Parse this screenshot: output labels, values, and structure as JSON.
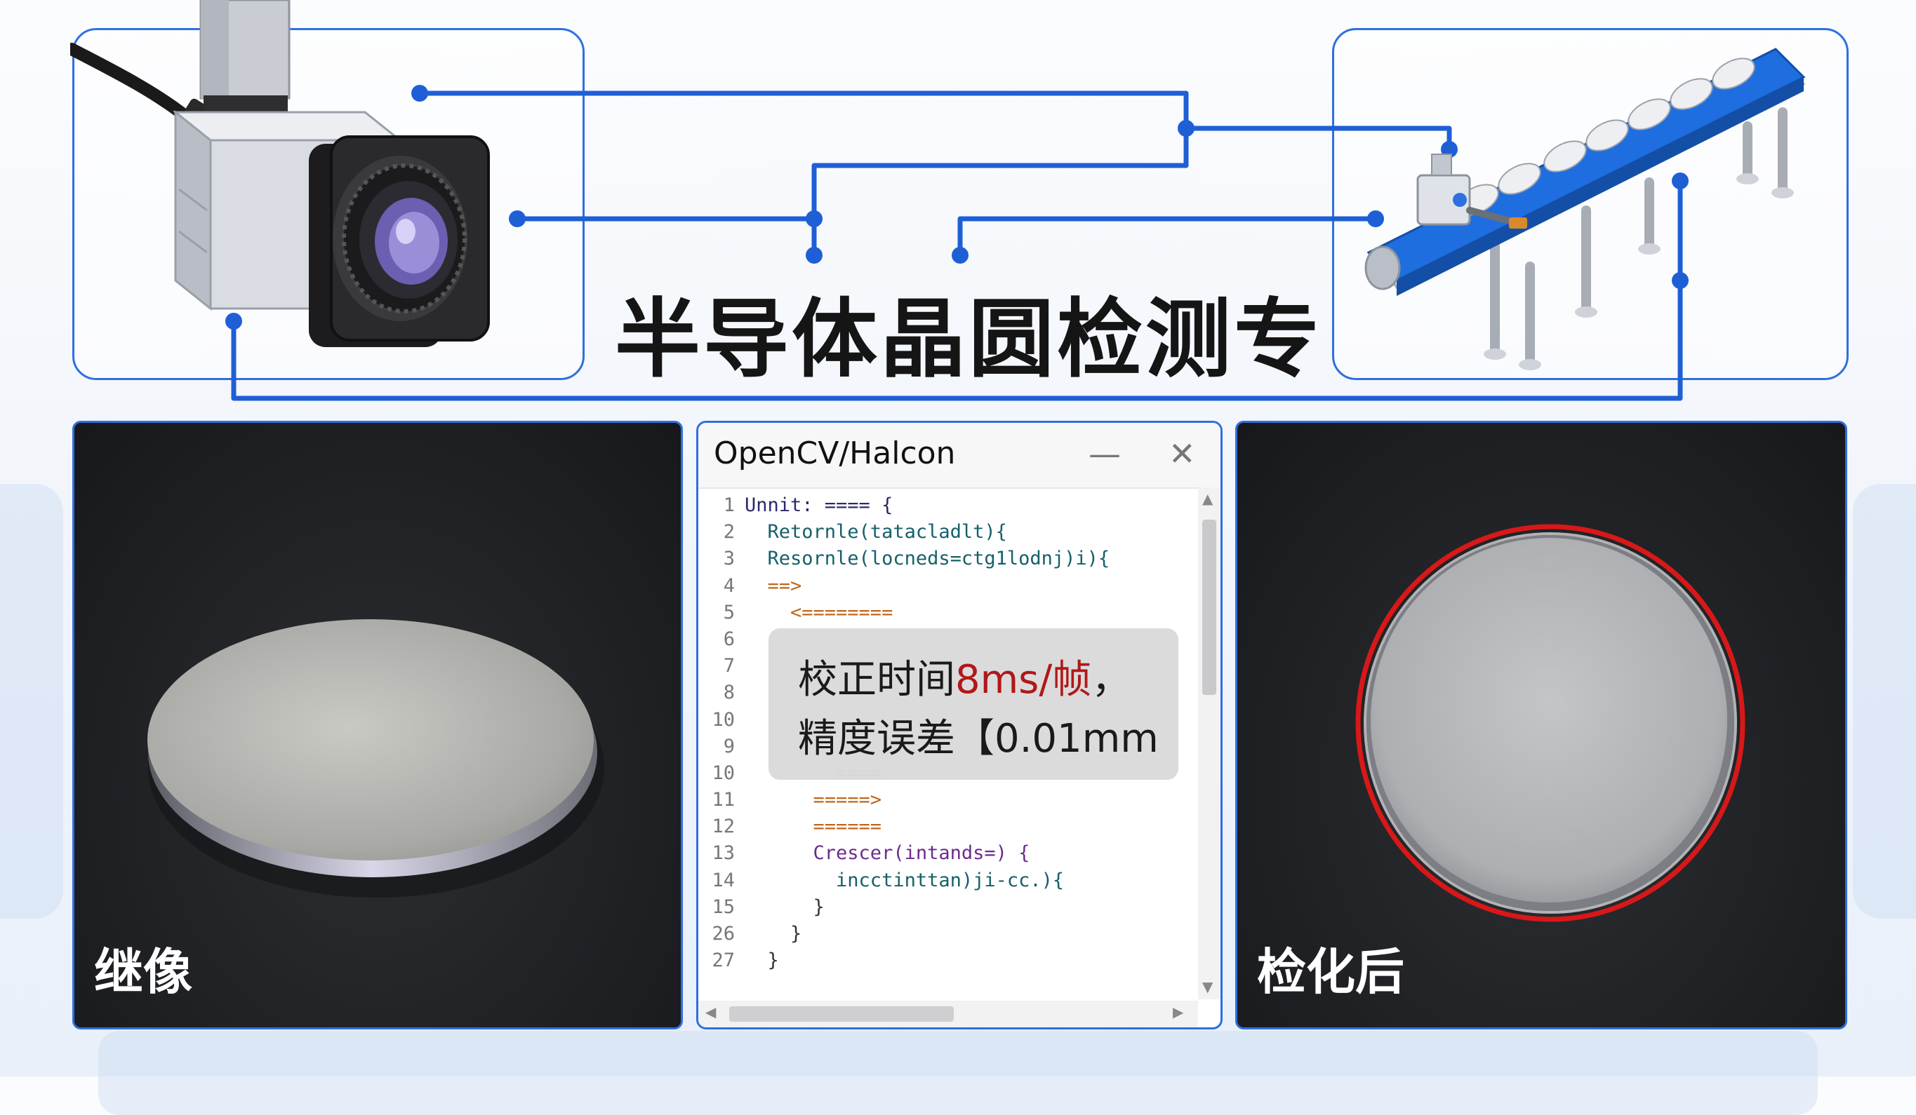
{
  "title": "半导体晶圆检测专用",
  "colors": {
    "frame_blue": "#2f6fe0",
    "wire_blue": "#1f5fd6",
    "detect_red": "#d81818",
    "dark_photo": "#202226"
  },
  "icons": [
    "industrial-camera-icon",
    "conveyor-belt-icon"
  ],
  "photos": {
    "before_label": "继像",
    "after_label": "检化后"
  },
  "code_window": {
    "title": "OpenCV/Halcon",
    "minimize_icon": "minimize-icon",
    "close_icon": "close-icon",
    "lines": [
      {
        "num": "1",
        "text": "Unnit: ==== {"
      },
      {
        "num": "2",
        "text": "  Retornle(tatacladlt){"
      },
      {
        "num": "3",
        "text": "  Resornle(locneds=ctg1lodnj)i){"
      },
      {
        "num": "4",
        "text": "  ==>"
      },
      {
        "num": "5",
        "text": "    <========"
      },
      {
        "num": "6",
        "text": ""
      },
      {
        "num": "7",
        "text": ""
      },
      {
        "num": "8",
        "text": ""
      },
      {
        "num": "10",
        "text": ""
      },
      {
        "num": "9",
        "text": ""
      },
      {
        "num": "10",
        "text": "        ===="
      },
      {
        "num": "11",
        "text": "      =====>"
      },
      {
        "num": "12",
        "text": "      ======"
      },
      {
        "num": "13",
        "text": "      Crescer(intands=) {"
      },
      {
        "num": "14",
        "text": "        incctinttan)ji-cc.){"
      },
      {
        "num": "15",
        "text": "      }"
      },
      {
        "num": "26",
        "text": "    }"
      },
      {
        "num": "27",
        "text": "  }"
      }
    ],
    "overlay": {
      "line1_prefix": "校正时间",
      "line1_value": "8ms/帧",
      "line1_suffix": "，",
      "line2": "精度误差【0.01mm"
    }
  }
}
